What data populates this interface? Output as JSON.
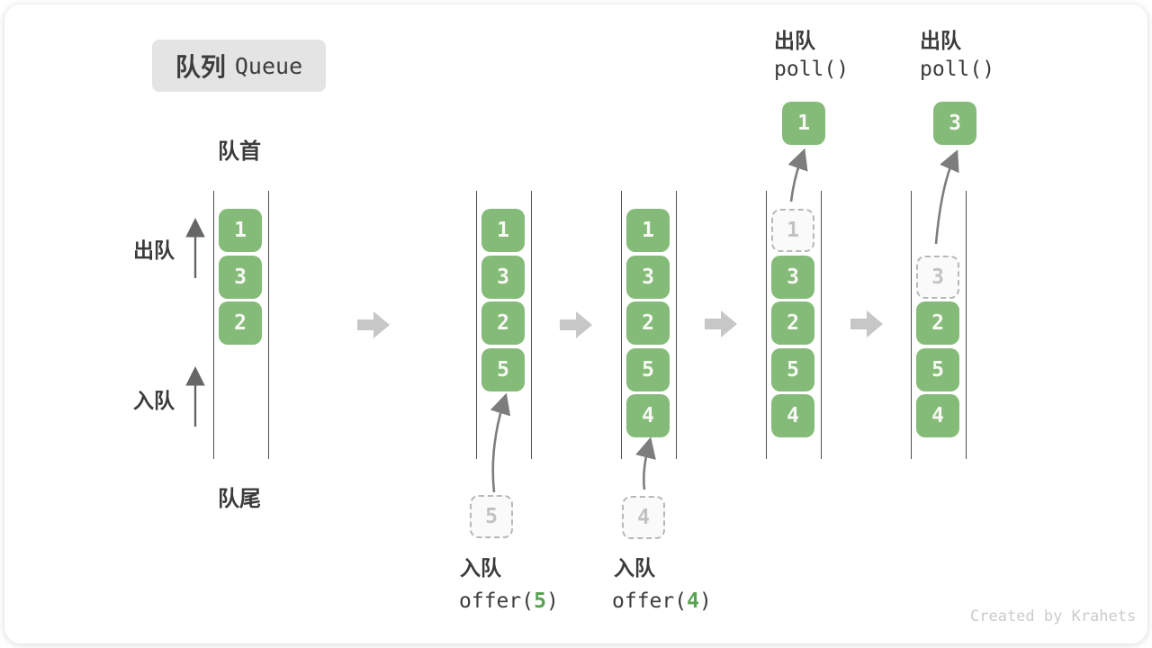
{
  "title": {
    "badge_zh": "队列",
    "badge_en": "Queue"
  },
  "labels": {
    "front": "队首",
    "rear": "队尾",
    "dequeue": "出队",
    "enqueue": "入队"
  },
  "queues": [
    {
      "name": "state-1",
      "cells": [
        {
          "value": "1"
        },
        {
          "value": "3"
        },
        {
          "value": "2"
        }
      ]
    },
    {
      "name": "state-2",
      "cells": [
        {
          "value": "1"
        },
        {
          "value": "3"
        },
        {
          "value": "2"
        },
        {
          "value": "5"
        }
      ]
    },
    {
      "name": "state-3",
      "cells": [
        {
          "value": "1"
        },
        {
          "value": "3"
        },
        {
          "value": "2"
        },
        {
          "value": "5"
        },
        {
          "value": "4"
        }
      ]
    },
    {
      "name": "state-4",
      "cells": [
        {
          "value": "1",
          "dashed": true
        },
        {
          "value": "3"
        },
        {
          "value": "2"
        },
        {
          "value": "5"
        },
        {
          "value": "4"
        }
      ]
    },
    {
      "name": "state-5",
      "cells": [
        {
          "value": "3",
          "dashed": true
        },
        {
          "value": "2"
        },
        {
          "value": "5"
        },
        {
          "value": "4"
        }
      ]
    }
  ],
  "operations": {
    "enqueue5": {
      "label": "入队",
      "fn_open": "offer(",
      "arg": "5",
      "fn_close": ")",
      "pending_value": "5"
    },
    "enqueue4": {
      "label": "入队",
      "fn_open": "offer(",
      "arg": "4",
      "fn_close": ")",
      "pending_value": "4"
    },
    "poll1": {
      "label": "出队",
      "fn": "poll()",
      "removed_value": "1"
    },
    "poll2": {
      "label": "出队",
      "fn": "poll()",
      "removed_value": "3"
    }
  },
  "watermark": "Created by Krahets",
  "colors": {
    "cell_green": "#85bb78",
    "arg_green": "#58a351",
    "block_arrow_gray": "#c7c7c7",
    "dashed_gray": "#b8b8b8",
    "line_gray": "#4f4f4f",
    "badge_bg": "#e4e4e4"
  }
}
